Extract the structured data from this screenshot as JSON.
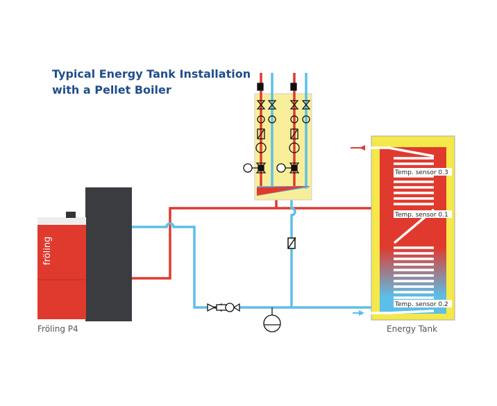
{
  "title": {
    "line1": "Typical Energy Tank Installation",
    "line2": "with a Pellet Boiler"
  },
  "boiler": {
    "label": "Fröling P4",
    "brand": "fröling"
  },
  "tank": {
    "label": "Energy Tank",
    "sensors": [
      "Temp. sensor 0.3",
      "Temp. sensor 0.1",
      "Temp. sensor 0.2"
    ]
  },
  "colors": {
    "hot": "#e03a2f",
    "cold": "#5bbfe8",
    "title": "#1f4e8c",
    "tank_jacket": "#f4e84a",
    "manifold": "#f8ee9a",
    "boiler_body": "#e03a2f",
    "hopper": "#3a3c40"
  }
}
